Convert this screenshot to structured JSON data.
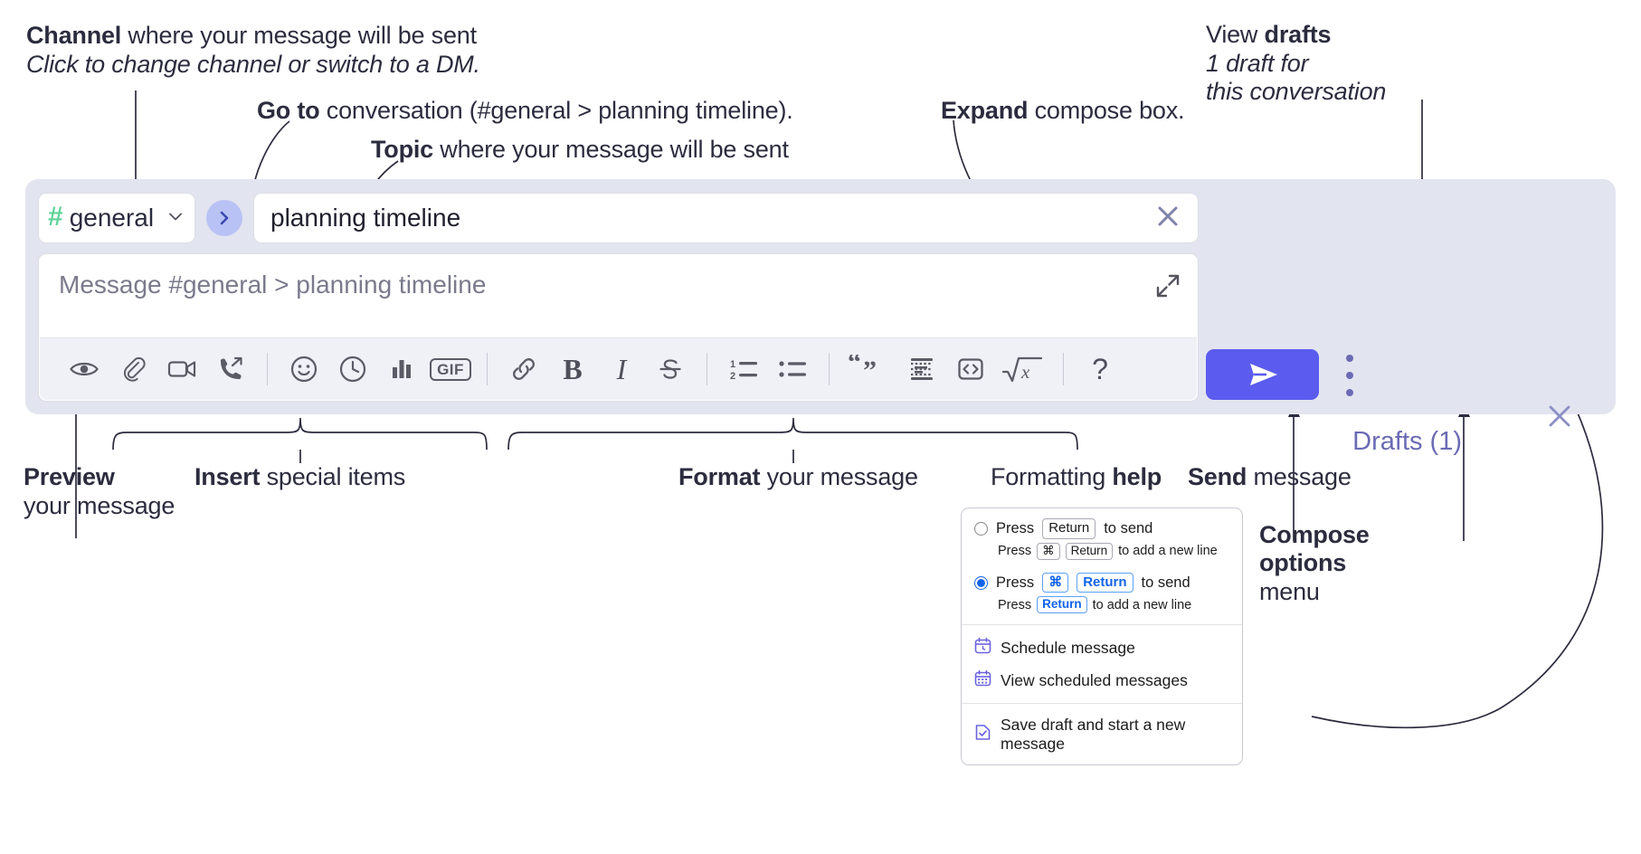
{
  "annotations": {
    "channel": {
      "line1_bold": "Channel",
      "line1_rest": " where your message will be sent",
      "line2_italic": "Click to change channel or switch to a DM."
    },
    "goto": {
      "bold": "Go to",
      "rest": " conversation (#general > planning timeline)."
    },
    "topic": {
      "bold": "Topic",
      "rest": " where your message will be sent"
    },
    "expand": {
      "bold": "Expand",
      "rest": " compose box."
    },
    "drafts": {
      "line1_rest": "View ",
      "line1_bold": "drafts",
      "line2_italic": "1 draft for",
      "line3_italic": "this conversation"
    },
    "preview": {
      "bold": "Preview",
      "line2": "your message"
    },
    "insert": {
      "bold": "Insert",
      "rest": " special items"
    },
    "format": {
      "bold": "Format",
      "rest": " your message"
    },
    "help": {
      "rest": "Formatting ",
      "bold": "help"
    },
    "send": {
      "bold": "Send",
      "rest": " message"
    },
    "compose_options": {
      "bold1": "Compose",
      "bold2": "options",
      "rest": "menu"
    }
  },
  "compose": {
    "channel_icon": "hash-icon",
    "channel_name": "general",
    "channel_chevron": "chevron-down-icon",
    "goto_icon": "chevron-right-icon",
    "topic_value": "planning timeline",
    "topic_clear_icon": "close-icon",
    "message_placeholder": "Message #general > planning timeline",
    "expand_icon": "expand-icon",
    "drafts_label": "Drafts (1)",
    "panel_close_icon": "close-icon",
    "send_icon": "send-paper-plane-icon",
    "more_options_icon": "kebab-vertical-icon",
    "toolbar": [
      {
        "name": "preview-icon",
        "kind": "icon",
        "label": ""
      },
      {
        "name": "attachment-icon",
        "kind": "icon",
        "label": ""
      },
      {
        "name": "video-camera-icon",
        "kind": "icon",
        "label": ""
      },
      {
        "name": "huddle-phone-icon",
        "kind": "icon",
        "label": ""
      },
      {
        "name": "divider",
        "kind": "sep",
        "label": ""
      },
      {
        "name": "emoji-icon",
        "kind": "icon",
        "label": ""
      },
      {
        "name": "clock-icon",
        "kind": "icon",
        "label": ""
      },
      {
        "name": "poll-bars-icon",
        "kind": "icon",
        "label": ""
      },
      {
        "name": "gif-icon",
        "kind": "text",
        "label": "GIF"
      },
      {
        "name": "divider",
        "kind": "sep",
        "label": ""
      },
      {
        "name": "link-icon",
        "kind": "icon",
        "label": ""
      },
      {
        "name": "bold-icon",
        "kind": "text",
        "label": "B"
      },
      {
        "name": "italic-icon",
        "kind": "text",
        "label": "I"
      },
      {
        "name": "strikethrough-icon",
        "kind": "icon",
        "label": ""
      },
      {
        "name": "divider",
        "kind": "sep",
        "label": ""
      },
      {
        "name": "ordered-list-icon",
        "kind": "icon",
        "label": ""
      },
      {
        "name": "bulleted-list-icon",
        "kind": "icon",
        "label": ""
      },
      {
        "name": "divider",
        "kind": "sep",
        "label": ""
      },
      {
        "name": "blockquote-icon",
        "kind": "icon",
        "label": ""
      },
      {
        "name": "code-block-icon",
        "kind": "icon",
        "label": ""
      },
      {
        "name": "inline-code-icon",
        "kind": "icon",
        "label": ""
      },
      {
        "name": "math-formula-icon",
        "kind": "icon",
        "label": ""
      },
      {
        "name": "divider",
        "kind": "sep",
        "label": ""
      },
      {
        "name": "formatting-help-icon",
        "kind": "text",
        "label": "?"
      }
    ]
  },
  "options_menu": {
    "option_return": {
      "selected": false,
      "press": "Press",
      "key": "Return",
      "suffix": "to send",
      "sub_press": "Press",
      "sub_key_cmd": "⌘",
      "sub_key_return": "Return",
      "sub_suffix": "to add a new line"
    },
    "option_cmd_return": {
      "selected": true,
      "press": "Press",
      "key_cmd": "⌘",
      "key_return": "Return",
      "suffix": "to send",
      "sub_press": "Press",
      "sub_key": "Return",
      "sub_suffix": "to add a new line"
    },
    "items": [
      {
        "icon": "calendar-clock-icon",
        "label": "Schedule message"
      },
      {
        "icon": "calendar-grid-icon",
        "label": "View scheduled messages"
      },
      {
        "icon": "saved-draft-icon",
        "label": "Save draft and start a new message"
      }
    ]
  },
  "colors": {
    "panel_bg": "#e2e4f0",
    "send_button": "#5b5bef",
    "hash_green": "#5fd39a",
    "goto_circle": "#b9c2f5",
    "drafts_text": "#6b6bb5",
    "annotation_text": "#2c2c3f",
    "toolbar_bg": "#f0f1f7",
    "radio_blue": "#1264e8"
  }
}
